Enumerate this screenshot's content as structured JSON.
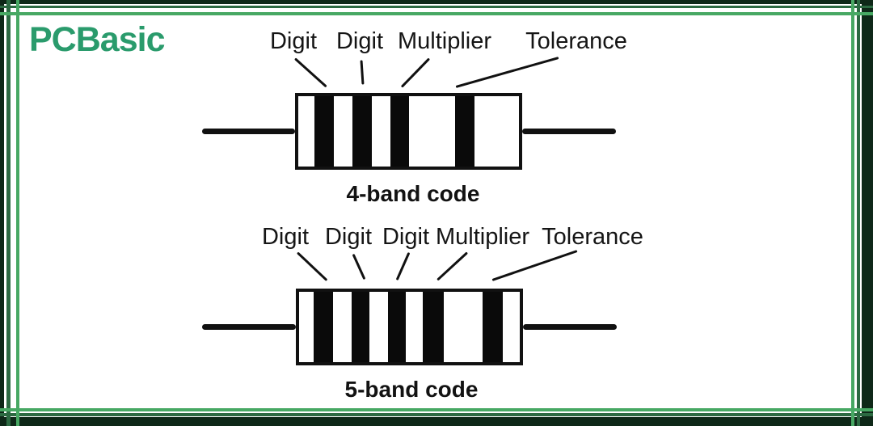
{
  "background": "#ffffff",
  "ink_color": "#111111",
  "logo": {
    "text": "PCBasic",
    "color": "#2a9b6c"
  },
  "frame": {
    "dark_band_color": "#0e2818",
    "outer_line_color": "#2c6a42",
    "inner_line_color": "#47a863"
  },
  "diagrams": [
    {
      "id": "four-band",
      "caption": "4-band code",
      "labels": [
        "Digit",
        "Digit",
        "Multiplier",
        "Tolerance"
      ],
      "band_color": "#0a0a0a"
    },
    {
      "id": "five-band",
      "caption": "5-band code",
      "labels": [
        "Digit",
        "Digit",
        "Digit",
        "Multiplier",
        "Tolerance"
      ],
      "band_color": "#0a0a0a"
    }
  ]
}
